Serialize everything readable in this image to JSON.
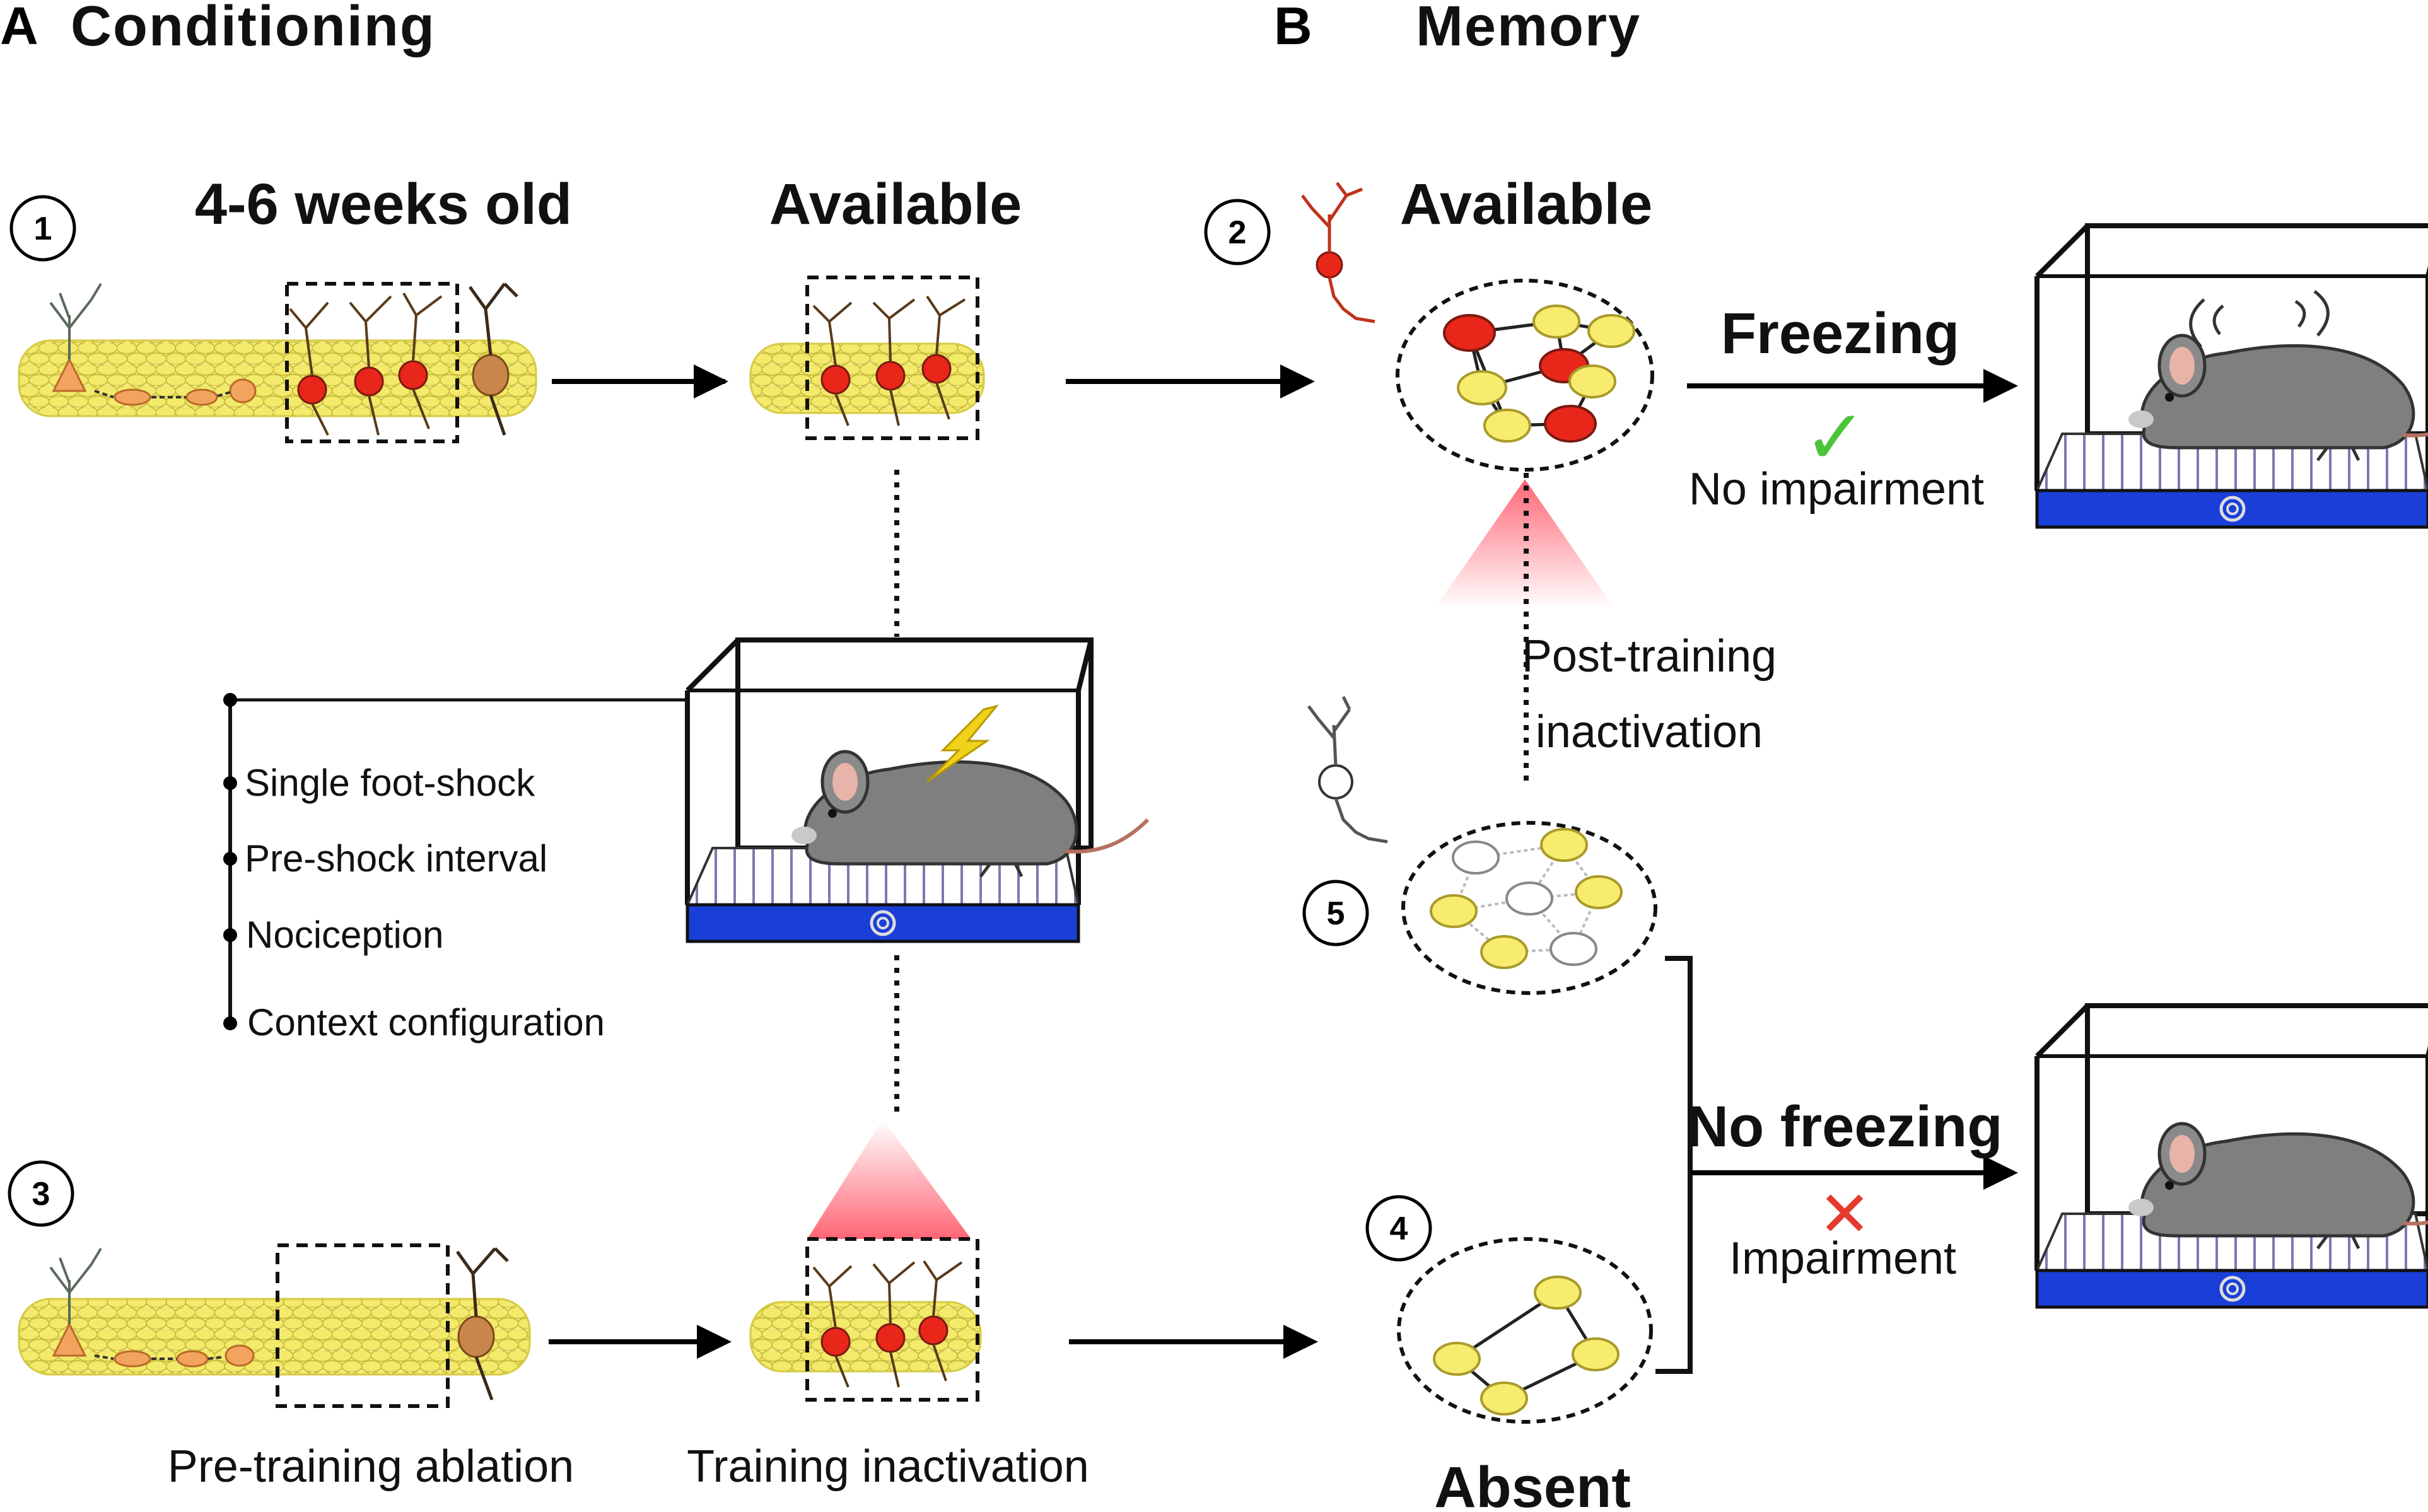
{
  "panel_a": {
    "letter": "A",
    "title": "Conditioning"
  },
  "panel_b": {
    "letter": "B",
    "title": "Memory"
  },
  "steps": {
    "s1": {
      "number": "1",
      "label": "4-6 weeks old"
    },
    "s1_result": {
      "label": "Available"
    },
    "s2": {
      "number": "2",
      "label": "Available"
    },
    "s3": {
      "number": "3",
      "label": "Pre-training ablation"
    },
    "s3_result": {
      "label": "Training inactivation"
    },
    "s4": {
      "number": "4",
      "label": "Absent"
    },
    "s5": {
      "number": "5",
      "label_line1": "Post-training",
      "label_line2": "inactivation"
    }
  },
  "conditioning_factors": [
    "Single foot-shock",
    "Pre-shock interval",
    "Nociception",
    "Context configuration"
  ],
  "outcomes": {
    "freezing": {
      "label": "Freezing",
      "mark": "✓",
      "note": "No impairment"
    },
    "no_freezing": {
      "label": "No freezing",
      "mark": "✕",
      "note": "Impairment"
    }
  },
  "colors": {
    "active_neuron": "#e8261a",
    "inactive_neuron": "#f7ec6e",
    "silenced_neuron": "#ffffff",
    "cell_layer": "#f5ec82",
    "immature_neuron": "#f2a45e",
    "mouse": "#7b7b7b",
    "grid_floor": "#3a3ad0",
    "light_cone": "#ff5060",
    "check": "#4cc43a",
    "cross": "#e53b2e"
  },
  "icons": [
    "mouse-icon",
    "conditioning-chamber-icon",
    "lightning-bolt-icon",
    "neuron-icon",
    "light-cone-icon",
    "check-icon",
    "cross-icon"
  ]
}
